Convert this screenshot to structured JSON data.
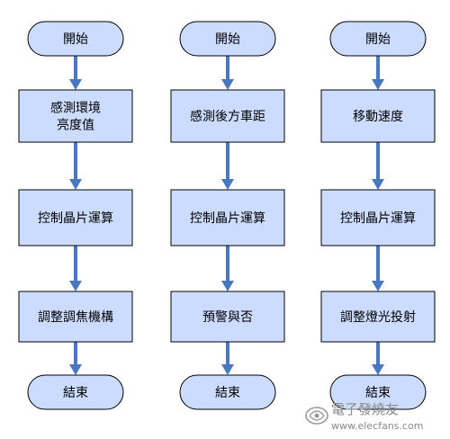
{
  "columns": [
    {
      "nodes": [
        {
          "kind": "terminal",
          "lines": [
            "開始"
          ]
        },
        {
          "kind": "process",
          "lines": [
            "感測環境",
            "亮度值"
          ]
        },
        {
          "kind": "process",
          "lines": [
            "控制晶片運算"
          ]
        },
        {
          "kind": "process",
          "lines": [
            "調整調焦機構"
          ]
        },
        {
          "kind": "terminal",
          "lines": [
            "結束"
          ]
        }
      ]
    },
    {
      "nodes": [
        {
          "kind": "terminal",
          "lines": [
            "開始"
          ]
        },
        {
          "kind": "process",
          "lines": [
            "感測後方車距"
          ]
        },
        {
          "kind": "process",
          "lines": [
            "控制晶片運算"
          ]
        },
        {
          "kind": "process",
          "lines": [
            "預警與否"
          ]
        },
        {
          "kind": "terminal",
          "lines": [
            "結束"
          ]
        }
      ]
    },
    {
      "nodes": [
        {
          "kind": "terminal",
          "lines": [
            "開始"
          ]
        },
        {
          "kind": "process",
          "lines": [
            "移動速度"
          ]
        },
        {
          "kind": "process",
          "lines": [
            "控制晶片運算"
          ]
        },
        {
          "kind": "process",
          "lines": [
            "調整燈光投射"
          ]
        },
        {
          "kind": "terminal",
          "lines": [
            "結束"
          ]
        }
      ]
    }
  ],
  "watermark": {
    "brand": "電子發燒友",
    "url": "www.elecfans.com"
  },
  "colors": {
    "shape_fill": "#ccdcff",
    "shape_stroke": "#000000",
    "arrow": "#4a78c0"
  }
}
